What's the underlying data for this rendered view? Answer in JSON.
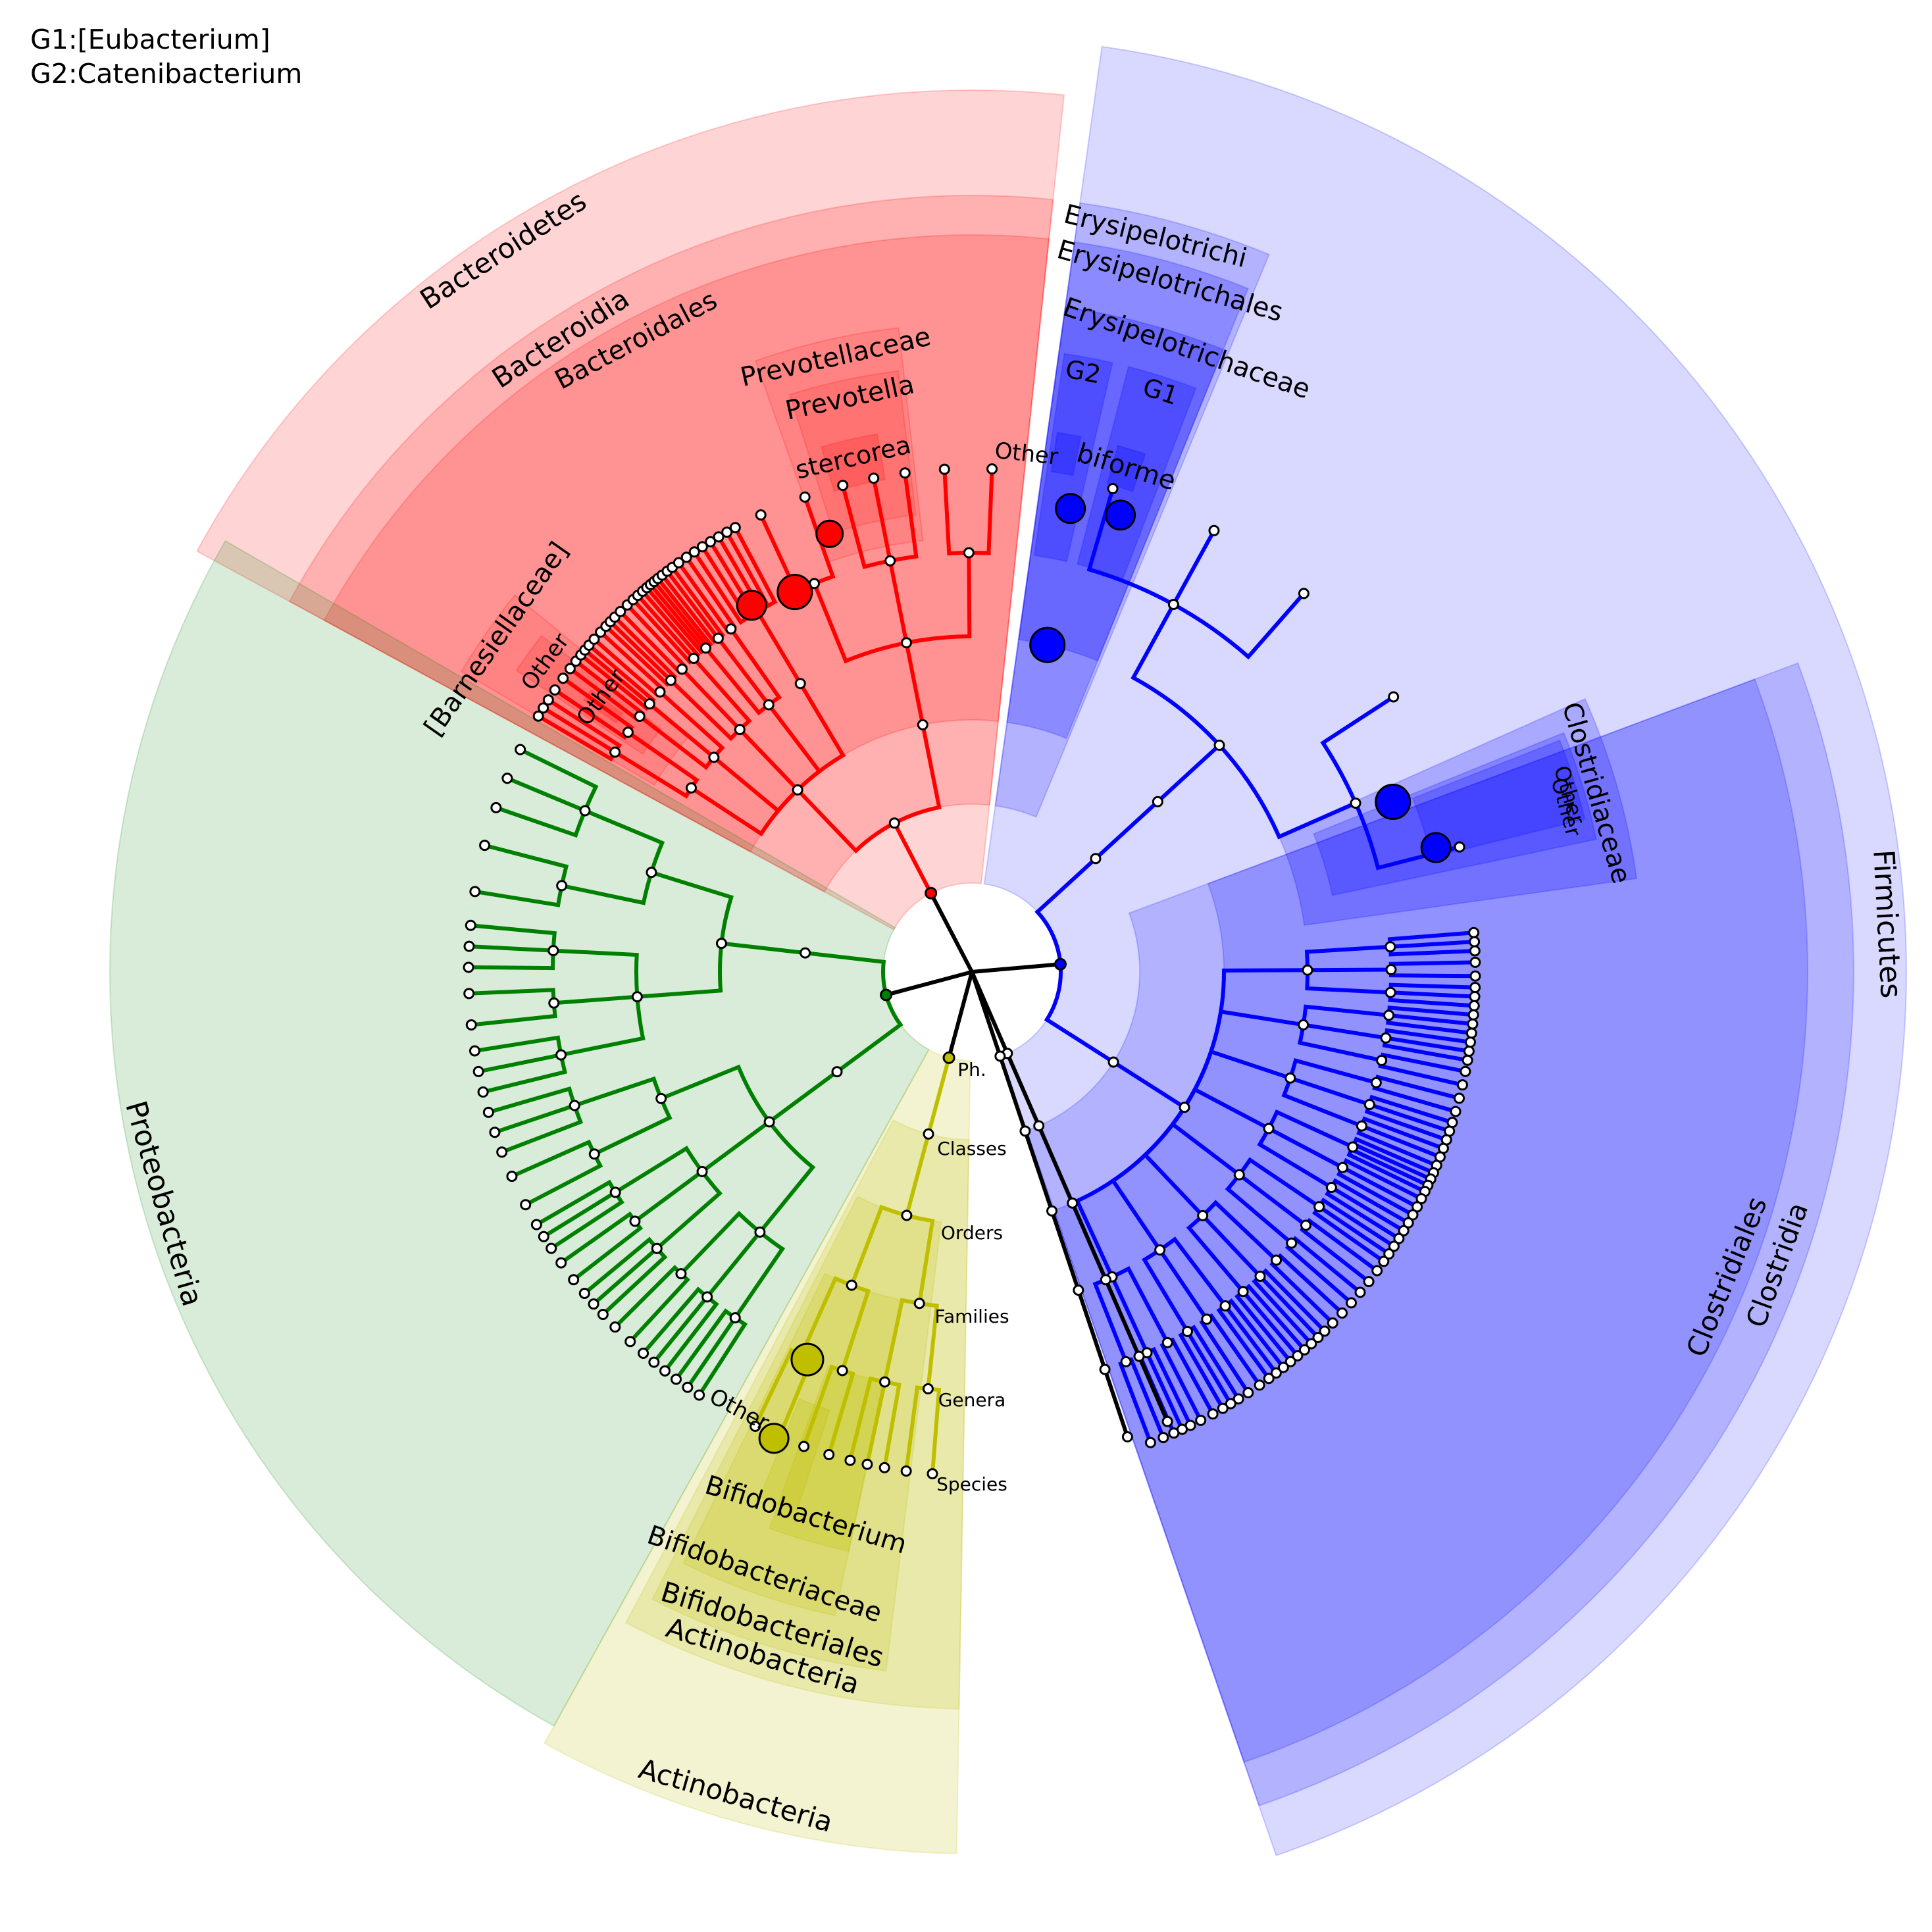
{
  "legend": [
    {
      "key": "G1",
      "text": "G1:[Eubacterium]"
    },
    {
      "key": "G2",
      "text": "G2:Catenibacterium"
    }
  ],
  "levels": [
    "Ph.",
    "Classes",
    "Orders",
    "Families",
    "Genera",
    "Species"
  ],
  "colors": {
    "Bacteroidetes": "#ff0000",
    "Firmicutes": "#0000ff",
    "Proteobacteria": "#008000",
    "Actinobacteria": "#bfbf00",
    "Unassigned": "#000000"
  },
  "clades": [
    {
      "name": "Bacteroidetes",
      "level": 1,
      "phylum": "Bacteroidetes"
    },
    {
      "name": "Bacteroidia",
      "level": 2,
      "phylum": "Bacteroidetes"
    },
    {
      "name": "Bacteroidales",
      "level": 3,
      "phylum": "Bacteroidetes"
    },
    {
      "name": "Prevotellaceae",
      "level": 4,
      "phylum": "Bacteroidetes"
    },
    {
      "name": "Prevotella",
      "level": 5,
      "phylum": "Bacteroidetes"
    },
    {
      "name": "stercorea",
      "level": 6,
      "phylum": "Bacteroidetes"
    },
    {
      "name": "[Barnesiellaceae]",
      "level": 4,
      "phylum": "Bacteroidetes"
    },
    {
      "name": "Other",
      "level": 5,
      "phylum": "Bacteroidetes"
    },
    {
      "name": "Other",
      "level": 6,
      "phylum": "Bacteroidetes"
    },
    {
      "name": "Firmicutes",
      "level": 1,
      "phylum": "Firmicutes"
    },
    {
      "name": "Erysipelotrichi",
      "level": 2,
      "phylum": "Firmicutes"
    },
    {
      "name": "Erysipelotrichales",
      "level": 3,
      "phylum": "Firmicutes"
    },
    {
      "name": "Erysipelotrichaceae",
      "level": 4,
      "phylum": "Firmicutes"
    },
    {
      "name": "G2",
      "level": 5,
      "phylum": "Firmicutes"
    },
    {
      "name": "G1",
      "level": 5,
      "phylum": "Firmicutes"
    },
    {
      "name": "Other",
      "level": 6,
      "phylum": "Firmicutes"
    },
    {
      "name": "biforme",
      "level": 6,
      "phylum": "Firmicutes"
    },
    {
      "name": "Clostridia",
      "level": 2,
      "phylum": "Firmicutes"
    },
    {
      "name": "Clostridiales",
      "level": 3,
      "phylum": "Firmicutes"
    },
    {
      "name": "Clostridiaceae",
      "level": 4,
      "phylum": "Firmicutes"
    },
    {
      "name": "Other",
      "level": 5,
      "phylum": "Firmicutes"
    },
    {
      "name": "Other",
      "level": 6,
      "phylum": "Firmicutes"
    },
    {
      "name": "Proteobacteria",
      "level": 1,
      "phylum": "Proteobacteria"
    },
    {
      "name": "Actinobacteria",
      "level": 1,
      "phylum": "Actinobacteria"
    },
    {
      "name": "Actinobacteria",
      "level": 2,
      "phylum": "Actinobacteria"
    },
    {
      "name": "Bifidobacteriales",
      "level": 3,
      "phylum": "Actinobacteria"
    },
    {
      "name": "Bifidobacteriaceae",
      "level": 4,
      "phylum": "Actinobacteria"
    },
    {
      "name": "Bifidobacterium",
      "level": 5,
      "phylum": "Actinobacteria"
    },
    {
      "name": "Other",
      "level": 6,
      "phylum": "Actinobacteria"
    }
  ]
}
